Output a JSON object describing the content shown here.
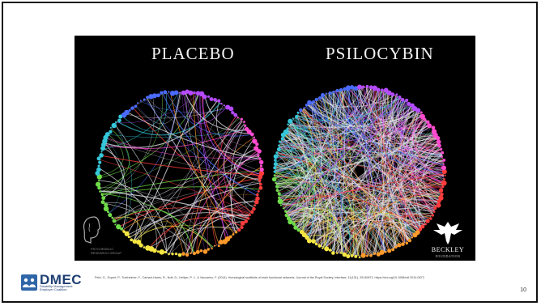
{
  "slide": {
    "page_number": "10",
    "citation": "Petri, G., Expert, P., Turkheimer, F., Carhart-Harris, R., Nutt, D., Hellyer, P. J., & Vaccarino, F. (2014). Homological scaffolds of brain functional networks. Journal of the Royal Society, Interface, 11(101), 20140873. https://doi.org/10.1098/rsif.2014.0873"
  },
  "figure": {
    "left_title": "PLACEBO",
    "right_title": "PSILOCYBIN",
    "left_logo_text": "PSYCHEDELIC RESEARCH GROUP",
    "right_logo_text": "BECKLEY",
    "right_logo_subtext": "FOUNDATION"
  },
  "branding": {
    "logo_main": "DMEC",
    "logo_sub_line1": "Disability Management",
    "logo_sub_line2": "Employer Coalition",
    "brand_color": "#1f3f73"
  },
  "colors": {
    "ring": [
      "#ff3b3b",
      "#ff9a2a",
      "#f5e642",
      "#6fdc4a",
      "#35c7d9",
      "#4a6bff",
      "#b54aff",
      "#ff4ad0"
    ]
  }
}
